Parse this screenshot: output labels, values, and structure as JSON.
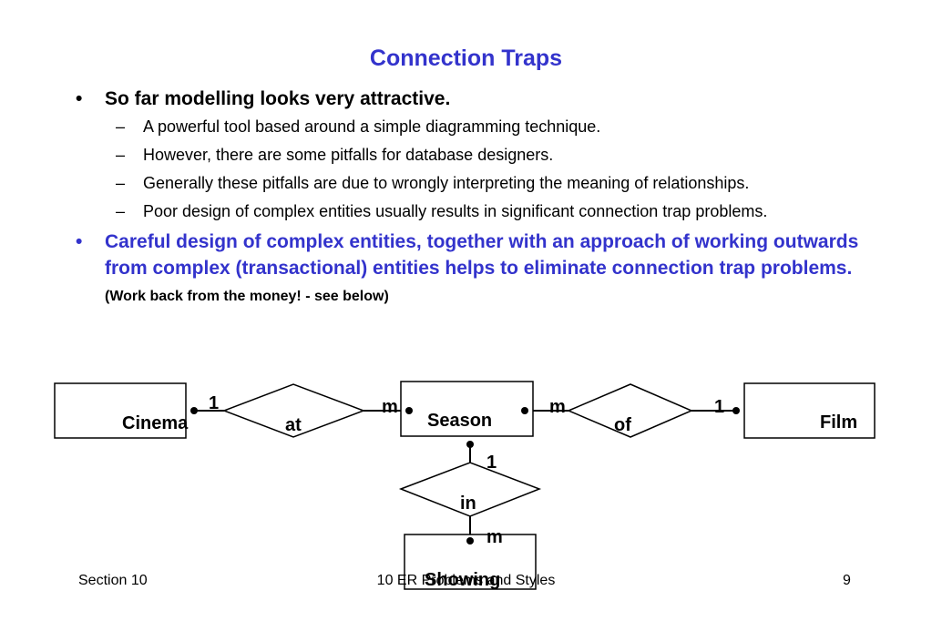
{
  "slide": {
    "title": "Connection Traps",
    "bullet1": "So far modelling looks very attractive.",
    "sub_items": [
      "A powerful tool based around a simple diagramming technique.",
      "However, there are some pitfalls for database designers.",
      "Generally these pitfalls are due to wrongly interpreting the meaning of relationships.",
      "Poor design of complex entities usually results in significant connection trap problems."
    ],
    "bullet2": "Careful design of complex entities, together with an approach of working outwards from complex (transactional) entities helps to eliminate connection trap problems.",
    "bullet2_note": "(Work back from the money! - see below)",
    "bullet_symbol": "•",
    "dash_symbol": "–",
    "accent_color": "#3333cc"
  },
  "diagram": {
    "entities": {
      "cinema": "Cinema",
      "season": "Season",
      "film": "Film",
      "showing": "Showing"
    },
    "relationships": {
      "at": "at",
      "of": "of",
      "in": "in"
    },
    "cardinalities": {
      "cinema_at": "1",
      "at_season": "m",
      "season_of": "m",
      "of_film": "1",
      "season_in": "1",
      "in_showing": "m"
    }
  },
  "footer": {
    "left": "Section 10",
    "center": "10  ER Problems and Styles",
    "right": "9"
  }
}
